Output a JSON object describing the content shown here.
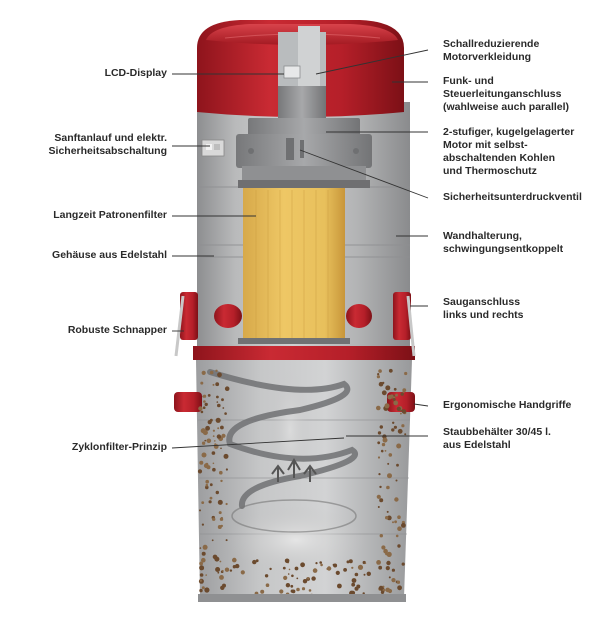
{
  "labels_left": [
    {
      "id": "lcd",
      "lines": [
        "LCD-Display"
      ]
    },
    {
      "id": "softstart",
      "lines": [
        "Sanftanlauf und elektr.",
        "Sicherheitsabschaltung"
      ]
    },
    {
      "id": "filter",
      "lines": [
        "Langzeit Patronenfilter"
      ]
    },
    {
      "id": "housing",
      "lines": [
        "Gehäuse aus Edelstahl"
      ]
    },
    {
      "id": "latch",
      "lines": [
        "Robuste Schnapper"
      ]
    },
    {
      "id": "cyclone",
      "lines": [
        "Zyklonfilter-Prinzip"
      ]
    }
  ],
  "labels_right": [
    {
      "id": "hood",
      "lines": [
        "Schallreduzierende",
        "Motorverkleidung"
      ]
    },
    {
      "id": "radio",
      "lines": [
        "Funk- und",
        "Steuerleitunganschluss",
        "(wahlweise auch parallel)"
      ]
    },
    {
      "id": "motor",
      "lines": [
        "2-stufiger, kugelgelagerter",
        "Motor mit selbst-",
        "abschaltenden Kohlen",
        "und Thermoschutz"
      ]
    },
    {
      "id": "valve",
      "lines": [
        "Sicherheitsunterdruckventil"
      ]
    },
    {
      "id": "wallmount",
      "lines": [
        "Wandhalterung,",
        "schwingungsentkoppelt"
      ]
    },
    {
      "id": "inlet",
      "lines": [
        "Sauganschluss",
        "links und rechts"
      ]
    },
    {
      "id": "handles",
      "lines": [
        "Ergonomische Handgriffe"
      ]
    },
    {
      "id": "bin",
      "lines": [
        "Staubbehälter 30/45 l.",
        "aus Edelstahl"
      ]
    }
  ],
  "colors": {
    "red": "#b8202a",
    "steel": "#a9a9aa",
    "filter": "#e9c25a",
    "text": "#2a2a2a"
  }
}
